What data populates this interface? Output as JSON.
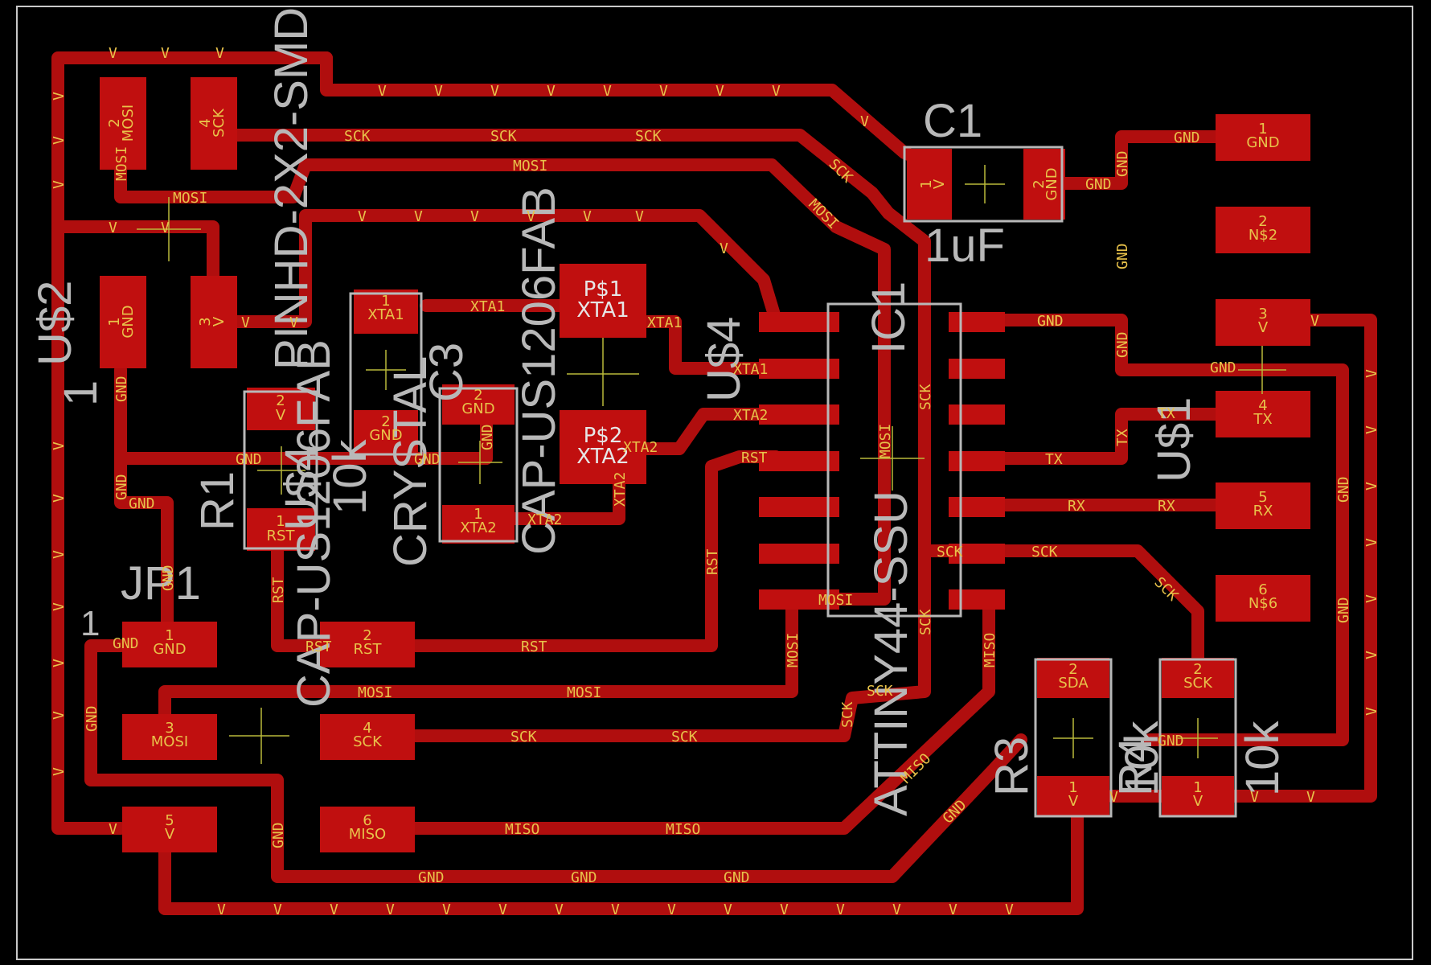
{
  "colors": {
    "background": "#000000",
    "copper": "#b00e0e",
    "pad": "#c00f0f",
    "label": "#e8c24a",
    "silk": "#b8b8b8",
    "board_edge": "#c9c9c9",
    "origin_cross": "#b9b93a"
  },
  "net_names": {
    "v": "V",
    "gnd": "GND",
    "sck": "SCK",
    "mosi": "MOSI",
    "miso": "MISO",
    "rst": "RST",
    "xta1": "XTA1",
    "xta2": "XTA2",
    "tx": "TX",
    "rx": "RX",
    "sda": "SDA"
  },
  "components": {
    "u2": {
      "name": "U$2",
      "value": "1"
    },
    "u3": {
      "name": "U$3",
      "value": "PINHD-2X2-SMD"
    },
    "u1": {
      "name": "U$1"
    },
    "u4": {
      "name": "U$4",
      "value": "CAP-US1206FAB"
    },
    "c1": {
      "name": "C1",
      "value": "1uF"
    },
    "c3": {
      "name": "C3",
      "value": "CAP-US1206FAB"
    },
    "crystal": {
      "name": "CRYSTAL",
      "value": "CAP-US1206FAB"
    },
    "r1": {
      "name": "R1",
      "value": "10k"
    },
    "r3": {
      "name": "R3",
      "value": "10k"
    },
    "r4": {
      "name": "R4",
      "value": "10k"
    },
    "ic1": {
      "name": "IC1",
      "value": "ATTINY44-SSU"
    },
    "jp1": {
      "name": "JP1",
      "value": "1"
    }
  },
  "pads": {
    "u3_mosi": {
      "num": "2",
      "net": "MOSI"
    },
    "u3_sck": {
      "num": "4",
      "net": "SCK"
    },
    "u3_gnd": {
      "num": "1",
      "net": "GND"
    },
    "u3_v": {
      "num": "3",
      "net": "V"
    },
    "u4_v": {
      "num": "2",
      "net": "V"
    },
    "u4_rst": {
      "num": "1",
      "net": "RST"
    },
    "cr_xta1": {
      "num": "1",
      "net": "XTA1"
    },
    "cr_gnd": {
      "num": "2",
      "net": "GND"
    },
    "c3_gnd": {
      "num": "2",
      "net": "GND"
    },
    "c3_xta2": {
      "num": "1",
      "net": "XTA2"
    },
    "p1": {
      "num": "P$1",
      "net": "XTA1"
    },
    "p2": {
      "num": "P$2",
      "net": "XTA2"
    },
    "c1_v": {
      "num": "1",
      "net": "V"
    },
    "c1_gnd": {
      "num": "2",
      "net": "GND"
    },
    "ftdi1": {
      "num": "1",
      "net": "GND"
    },
    "ftdi2": {
      "num": "2",
      "net": "N$2"
    },
    "ftdi3": {
      "num": "3",
      "net": "V"
    },
    "ftdi4": {
      "num": "4",
      "net": "TX"
    },
    "ftdi5": {
      "num": "5",
      "net": "RX"
    },
    "ftdi6": {
      "num": "6",
      "net": "N$6"
    },
    "jp1_1": {
      "num": "1",
      "net": "GND"
    },
    "jp1_2": {
      "num": "2",
      "net": "RST"
    },
    "jp1_3": {
      "num": "3",
      "net": "MOSI"
    },
    "jp1_4": {
      "num": "4",
      "net": "SCK"
    },
    "jp1_5": {
      "num": "5",
      "net": "V"
    },
    "jp1_6": {
      "num": "6",
      "net": "MISO"
    },
    "r3_sda": {
      "num": "2",
      "net": "SDA"
    },
    "r3_v": {
      "num": "1",
      "net": "V"
    },
    "r4_sck": {
      "num": "2",
      "net": "SCK"
    },
    "r4_v": {
      "num": "1",
      "net": "V"
    }
  }
}
